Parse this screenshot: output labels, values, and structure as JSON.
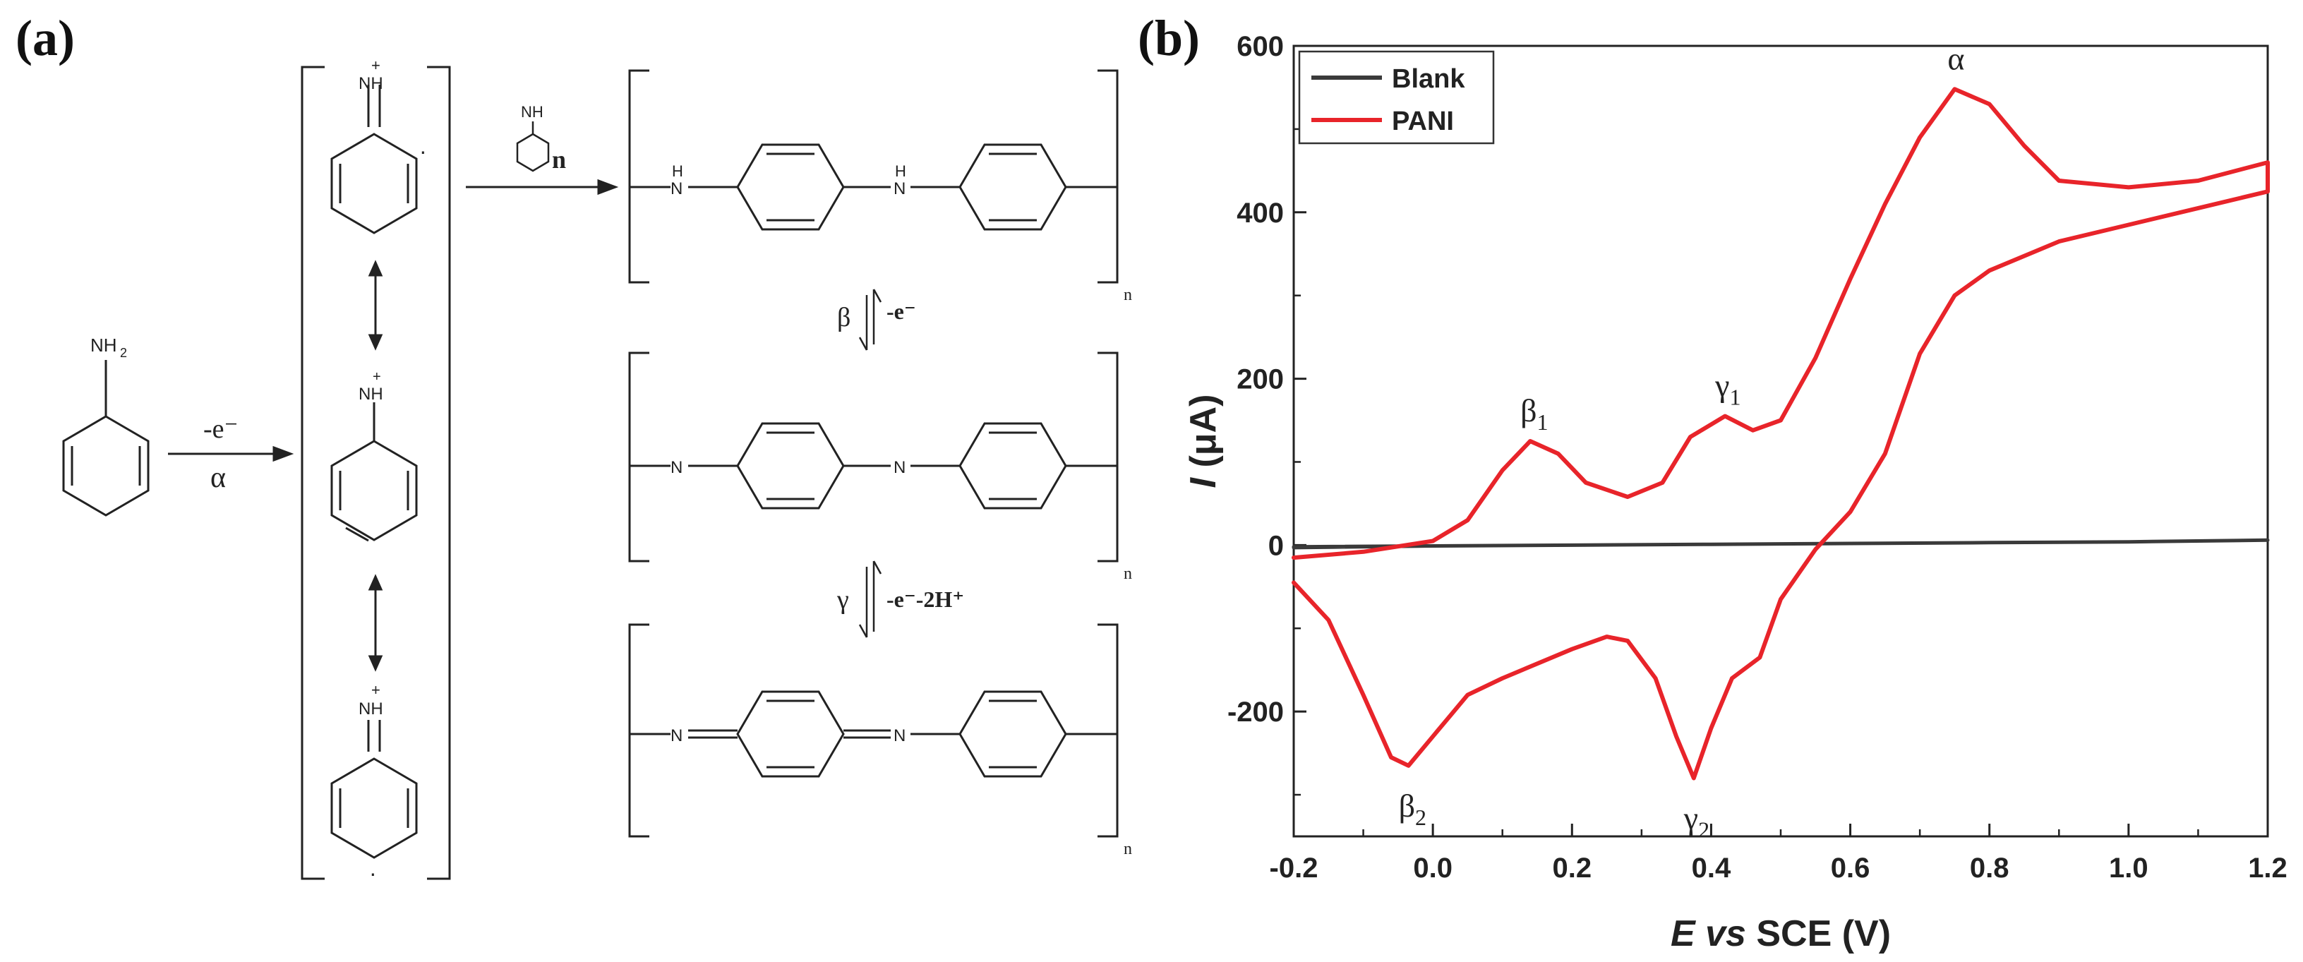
{
  "panel_a": {
    "label": "(a)",
    "aniline_group": "NH",
    "aniline_sub": "2",
    "step1_top": "-e⁻",
    "step1_bottom": "α",
    "radical_cation_charge": "+",
    "radical_cation_dot": "·",
    "monomer_group": "NH",
    "monomer_n": "n",
    "nh_label": "H",
    "n_label": "N",
    "polymer_subscript": "n",
    "step_beta_label": "β",
    "step_beta_text": "-e⁻",
    "step_gamma_label": "γ",
    "step_gamma_text": "-e⁻-2H⁺"
  },
  "chart_data": {
    "type": "line",
    "panel_label": "(b)",
    "xlabel_italic": "E vs",
    "xlabel_rest": " SCE (V)",
    "ylabel_italic": "I",
    "ylabel_rest": " (μA)",
    "xlim": [
      -0.2,
      1.2
    ],
    "ylim": [
      -350,
      600
    ],
    "xticks": [
      -0.2,
      0.0,
      0.2,
      0.4,
      0.6,
      0.8,
      1.0,
      1.2
    ],
    "xtick_labels": [
      "-0.2",
      "0.0",
      "0.2",
      "0.4",
      "0.6",
      "0.8",
      "1.0",
      "1.2"
    ],
    "yticks": [
      -200,
      0,
      200,
      400,
      600
    ],
    "ytick_labels": [
      "-200",
      "0",
      "200",
      "400",
      "600"
    ],
    "legend_position": "top-left",
    "colors": {
      "Blank": "#3a3a3a",
      "PANI": "#e8242a"
    },
    "series": [
      {
        "name": "Blank",
        "x": [
          -0.2,
          0.0,
          0.2,
          0.4,
          0.6,
          0.8,
          1.0,
          1.2,
          1.0,
          0.8,
          0.6,
          0.4,
          0.2,
          0.0,
          -0.2
        ],
        "y": [
          -2,
          -1,
          0,
          1,
          2,
          3,
          4,
          6,
          4,
          3,
          2,
          1,
          0,
          -1,
          -3
        ]
      },
      {
        "name": "PANI",
        "x": [
          -0.2,
          -0.1,
          0.0,
          0.05,
          0.1,
          0.14,
          0.18,
          0.22,
          0.28,
          0.33,
          0.37,
          0.42,
          0.46,
          0.5,
          0.55,
          0.6,
          0.65,
          0.7,
          0.75,
          0.8,
          0.85,
          0.9,
          1.0,
          1.1,
          1.2,
          1.2,
          1.1,
          1.0,
          0.9,
          0.8,
          0.75,
          0.7,
          0.65,
          0.6,
          0.55,
          0.5,
          0.47,
          0.43,
          0.4,
          0.375,
          0.35,
          0.32,
          0.28,
          0.25,
          0.2,
          0.1,
          0.05,
          0.0,
          -0.035,
          -0.06,
          -0.1,
          -0.15,
          -0.2
        ],
        "y": [
          -15,
          -8,
          5,
          30,
          90,
          125,
          110,
          75,
          58,
          75,
          130,
          155,
          138,
          150,
          225,
          320,
          410,
          490,
          548,
          530,
          480,
          438,
          430,
          438,
          460,
          425,
          405,
          385,
          365,
          330,
          300,
          230,
          110,
          40,
          -5,
          -65,
          -135,
          -160,
          -220,
          -280,
          -230,
          -160,
          -115,
          -110,
          -125,
          -160,
          -180,
          -230,
          -265,
          -255,
          -180,
          -90,
          -45
        ]
      }
    ],
    "annotations": [
      {
        "text": "α",
        "sub": "",
        "x": 0.75,
        "y": 548
      },
      {
        "text": "β",
        "sub": "1",
        "x": 0.14,
        "y": 125
      },
      {
        "text": "γ",
        "sub": "1",
        "x": 0.42,
        "y": 155
      },
      {
        "text": "β",
        "sub": "2",
        "x": -0.035,
        "y": -265
      },
      {
        "text": "γ",
        "sub": "2",
        "x": 0.375,
        "y": -280
      }
    ]
  }
}
